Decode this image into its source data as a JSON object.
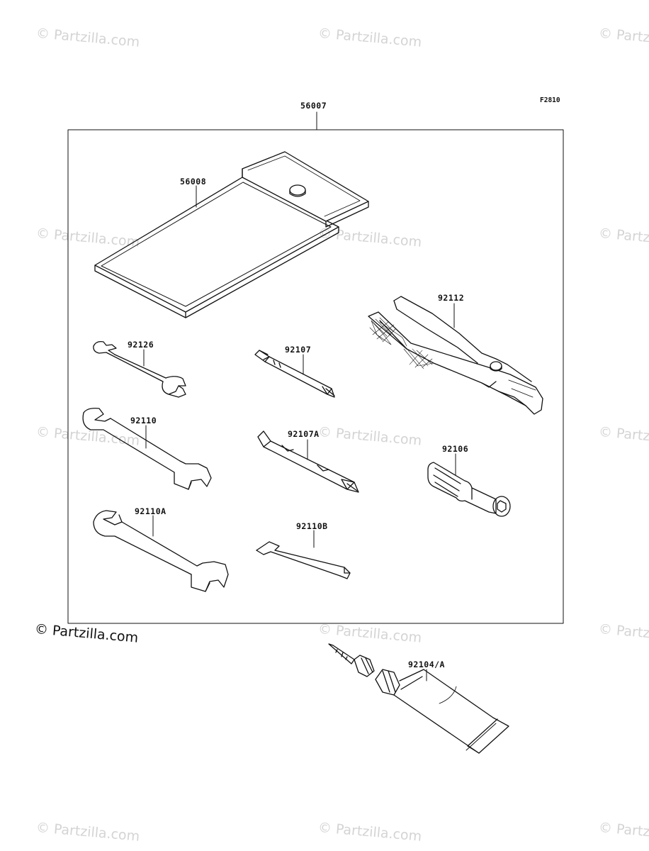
{
  "figure_code": "F2810",
  "watermark": "© Partzilla.com",
  "parts": {
    "kit": "56007",
    "manual": "56008",
    "pliers": "92112",
    "wrench_small": "92126",
    "screwdriver": "92107",
    "wrench_medium": "92110",
    "screwdriver_a": "92107A",
    "handle": "92106",
    "wrench_large": "92110A",
    "hex_key": "92110B",
    "grease_tube": "92104/A"
  }
}
